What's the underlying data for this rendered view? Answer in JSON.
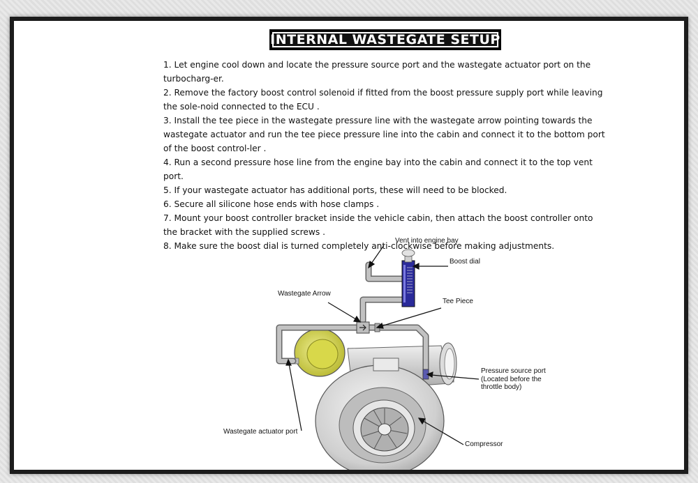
{
  "title": "INTERNAL WASTEGATE SETUP",
  "steps": [
    "1. Let engine cool down  and locate the pressure source port and the wastegate actuator port on the turbocharg-er.",
    "2. Remove the factory boost control solenoid if fitted from the boost pressure supply port while leaving the sole-noid connected to the ECU .",
    "3. Install the tee piece in the wastegate pressure line with the wastegate arrow pointing towards the wastegate actuator and run the tee piece pressure line into the cabin and connect it to the bottom port of the boost control-ler .",
    "4. Run a second pressure hose line from the engine bay into the cabin and connect it to the top vent port.",
    "5. If your wastegate actuator has additional ports, these will need to be blocked.",
    "6. Secure all silicone hose ends with hose clamps .",
    "7. Mount your boost controller bracket inside the vehicle cabin, then attach the boost controller onto the bracket with the supplied screws .",
    "8. Make sure the boost dial is turned completely anti-clockwise before making adjustments."
  ],
  "diagram": {
    "labels": {
      "vent": "Vent into engine bay",
      "boost_dial": "Boost dial",
      "wastegate_arrow": "Wastegate Arrow",
      "tee_piece": "Tee Piece",
      "pressure_source_1": "Pressure source port",
      "pressure_source_2": "(Located before the",
      "pressure_source_3": "throttle body)",
      "wastegate_actuator": "Wastegate actuator port",
      "compressor": "Compressor"
    },
    "colors": {
      "actuator": "#d8d84a",
      "hose": "#bcbcbc",
      "controller": "#2a2a9a",
      "housing": "#cfcfcf"
    }
  }
}
